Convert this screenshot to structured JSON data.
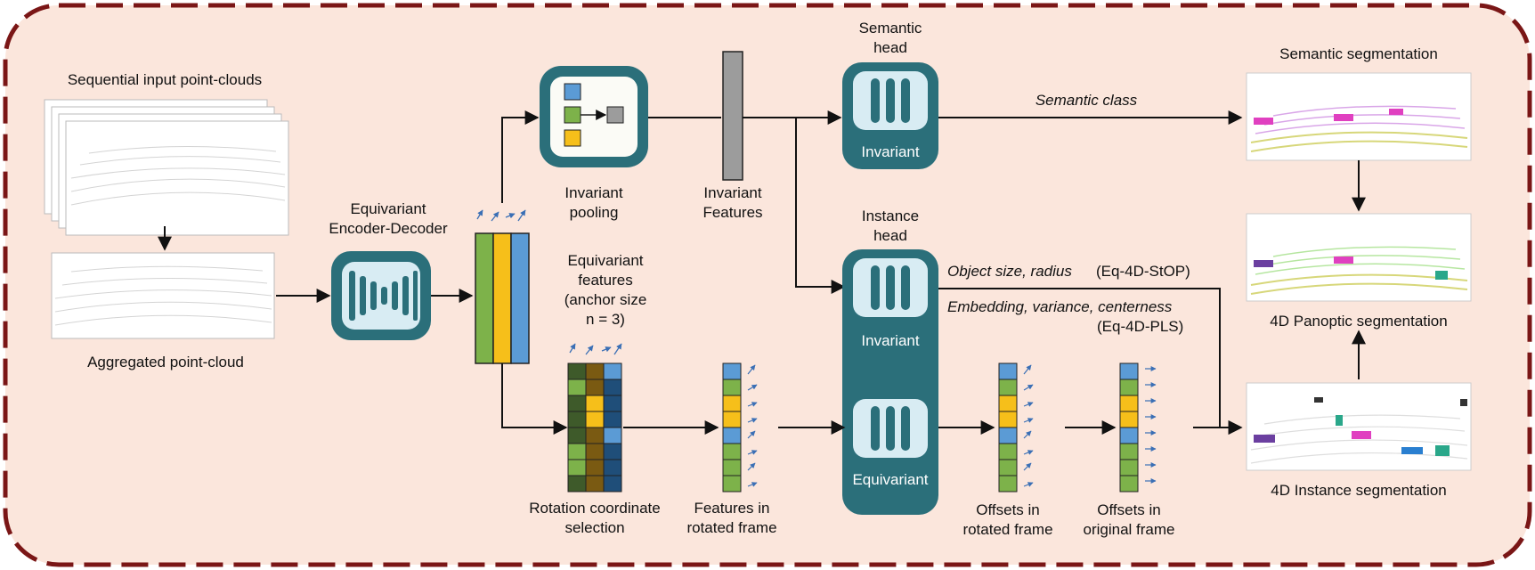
{
  "colors": {
    "frame_border": "#7a1616",
    "background": "#fbe6dc",
    "block_teal": "#2b6f7a",
    "block_inner": "#d8ecf3",
    "feature_green": "#7db24a",
    "feature_yellow": "#f6bf1a",
    "feature_blue": "#5b9bd5",
    "dark_green": "#3e5a2a",
    "dark_olive": "#7a5a12",
    "dark_blue": "#1f4e79",
    "neutral_gray": "#9c9c9c"
  },
  "labels": {
    "sequential_input": "Sequential input point-clouds",
    "aggregated": "Aggregated point-cloud",
    "encoder_line1": "Equivariant",
    "encoder_line2": "Encoder-Decoder",
    "inv_pool_line1": "Invariant",
    "inv_pool_line2": "pooling",
    "inv_feat_line1": "Invariant",
    "inv_feat_line2": "Features",
    "sem_head_line1": "Semantic",
    "sem_head_line2": "head",
    "sem_head_inner": "Invariant",
    "semantic_class": "Semantic class",
    "semantic_seg": "Semantic segmentation",
    "eq_feat_line1": "Equivariant",
    "eq_feat_line2": "features",
    "eq_feat_line3": "(anchor size",
    "eq_feat_line4": "n = 3)",
    "inst_head_line1": "Instance",
    "inst_head_line2": "head",
    "inst_inv": "Invariant",
    "inst_eq": "Equivariant",
    "obj_size": "Object size, radius",
    "obj_size_ref": "(Eq-4D-StOP)",
    "embedding": "Embedding, variance, centerness",
    "embedding_ref": "(Eq-4D-PLS)",
    "panoptic": "4D Panoptic segmentation",
    "instance_seg": "4D Instance segmentation",
    "rot_sel_line1": "Rotation coordinate",
    "rot_sel_line2": "selection",
    "feat_rot_line1": "Features in",
    "feat_rot_line2": "rotated frame",
    "off_rot_line1": "Offsets in",
    "off_rot_line2": "rotated frame",
    "off_orig_line1": "Offsets in",
    "off_orig_line2": "original frame"
  }
}
